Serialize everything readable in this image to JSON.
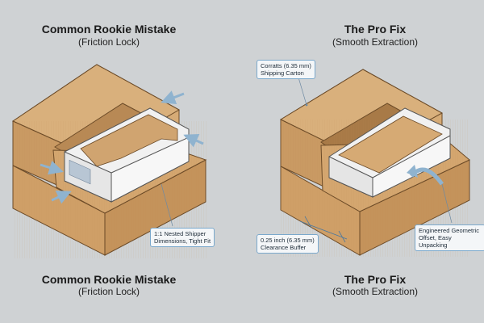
{
  "left": {
    "title_top": "Common Rookie Mistake",
    "subtitle_top": "(Friction Lock)",
    "title_bottom": "Common Rookie Mistake",
    "subtitle_bottom": "(Friction Lock)",
    "callout": "1:1 Nested Shipper\nDimensions, Tight Fit"
  },
  "right": {
    "title_top": "The Pro Fix",
    "subtitle_top": "(Smooth Extraction)",
    "title_bottom": "The Pro Fix",
    "subtitle_bottom": "(Smooth Extraction)",
    "callout_carton": "Corratts (6.35 mm)\nShipping Carton",
    "callout_clearance": "0.25 inch (6.35 mm)\nClearance Buffer",
    "callout_offset": "Engineered Geometric\nOffset, Easy Unpacking"
  },
  "colors": {
    "background": "#cfd2d4",
    "cardboard_light": "#d8ad78",
    "cardboard_mid": "#c79863",
    "cardboard_dark": "#b9884f",
    "inner_box": "#f3f3f3",
    "arrow": "#8fb3cf",
    "callout_border": "#7aa8cc"
  }
}
